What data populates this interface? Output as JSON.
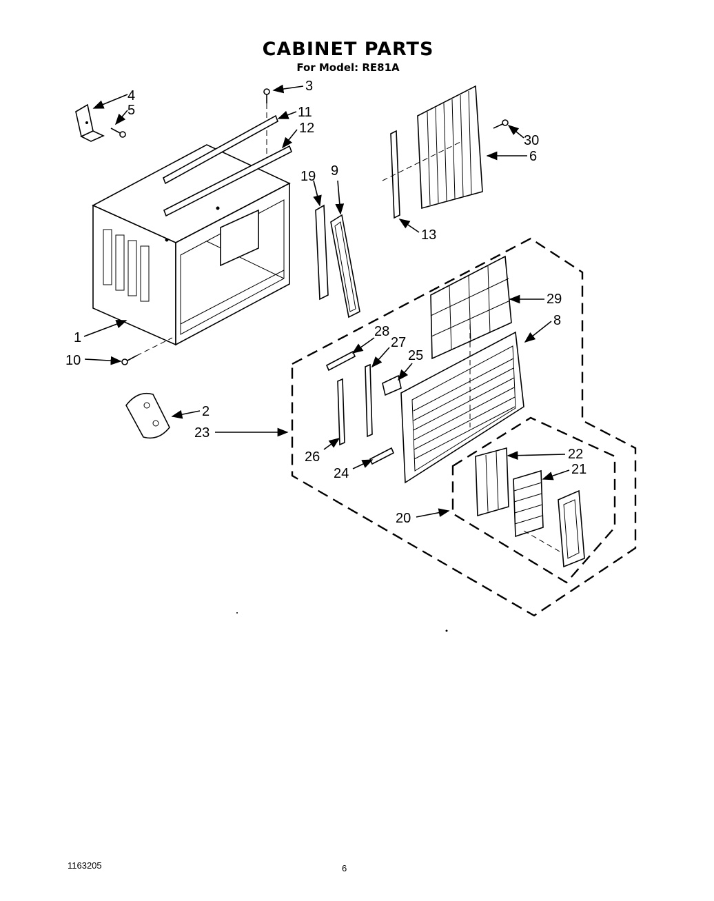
{
  "header": {
    "title": "CABINET PARTS",
    "subtitle": "For Model: RE81A"
  },
  "footer": {
    "doc_code": "1163205",
    "page_number": "6"
  },
  "callouts": {
    "c1": "1",
    "c2": "2",
    "c3": "3",
    "c4": "4",
    "c5": "5",
    "c6": "6",
    "c8": "8",
    "c9": "9",
    "c10": "10",
    "c11": "11",
    "c12": "12",
    "c13": "13",
    "c19": "19",
    "c20": "20",
    "c21": "21",
    "c22": "22",
    "c23": "23",
    "c24": "24",
    "c25": "25",
    "c26": "26",
    "c27": "27",
    "c28": "28",
    "c29": "29",
    "c30": "30"
  }
}
